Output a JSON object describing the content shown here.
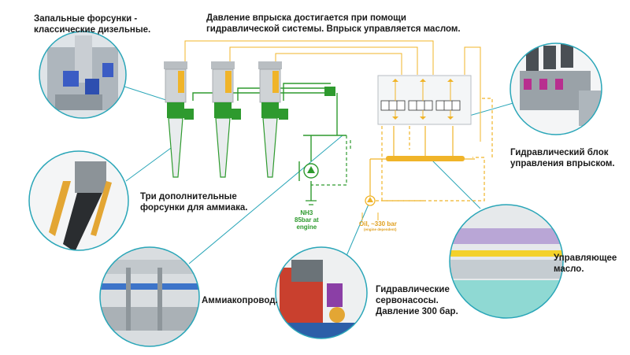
{
  "labels": {
    "pilot_injectors": [
      "Запальные форсунки -",
      "классические дизельные."
    ],
    "injection_pressure": [
      "Давление впрыска достигается при помощи",
      "гидравлической системы. Впрыск управляется маслом."
    ],
    "ammonia_injectors": [
      "Три дополнительные",
      "форсунки для аммиака."
    ],
    "hydraulic_block": [
      "Гидравлический блок",
      "управления впрыском."
    ],
    "control_oil": [
      "Управляющее",
      "масло."
    ],
    "ammonia_pipe": "Аммиакопровод.",
    "servo_pumps": [
      "Гидравлические",
      "сервонасосы.",
      "Давление 300 бар."
    ]
  },
  "schematic": {
    "nh3_label": [
      "NH3",
      "85bar at",
      "engine"
    ],
    "oil_label": "Oil, ~330 bar",
    "oil_sublabel": "(engine dependent)"
  },
  "colors": {
    "injector_green": "#2e9a2e",
    "oil_yellow": "#f0b429",
    "callout_teal": "#2aa6b8",
    "body_grey": "#cfd3d6"
  },
  "icons": [
    "pilot-injector-photo",
    "ammonia-injector-photo",
    "ammonia-pipe-photo",
    "servo-pump-photo",
    "control-oil-photo",
    "hydraulic-block-photo"
  ]
}
